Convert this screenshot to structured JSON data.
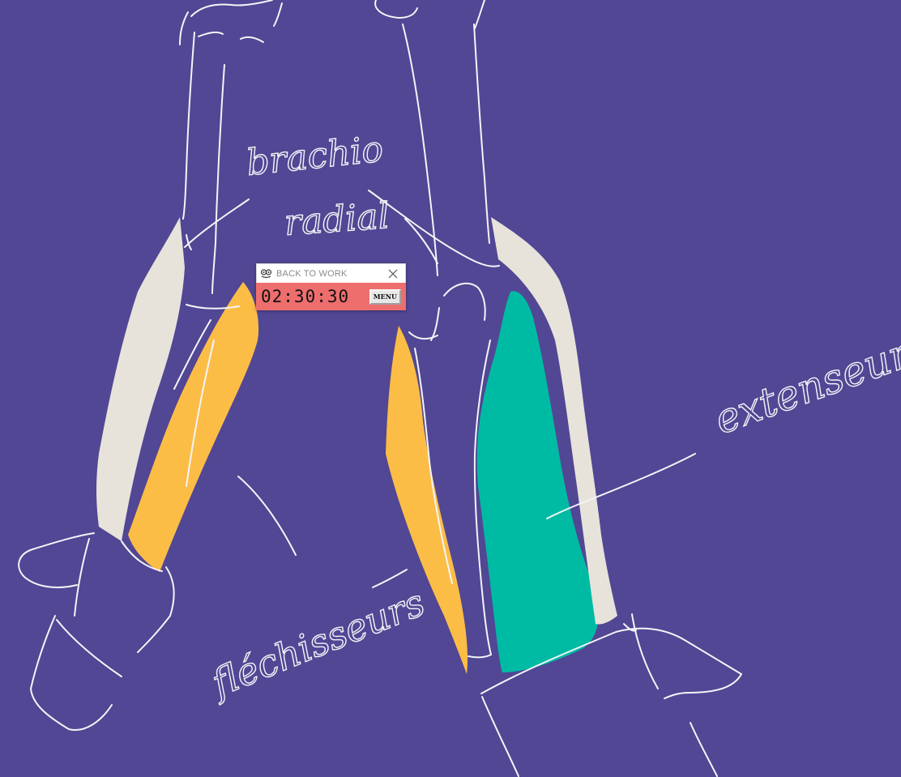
{
  "canvas": {
    "background": "#514794",
    "annotations": {
      "brachio_line1": "brachio",
      "brachio_line2": "radial",
      "extenseurs": "extenseurs",
      "flechisseurs": "fléchisseurs"
    },
    "colors": {
      "orange_muscle": "#fcbd47",
      "teal_muscle": "#00bba4",
      "bone_beige": "#e7e3da",
      "line": "#f4f4f8"
    }
  },
  "timer_widget": {
    "title": "BACK TO WORK",
    "time": "02:30:30",
    "menu_label": "MENU",
    "icons": {
      "app": "owl-icon",
      "close": "close-icon"
    },
    "colors": {
      "body": "#ee6e6e",
      "titlebar": "#ffffff"
    }
  }
}
